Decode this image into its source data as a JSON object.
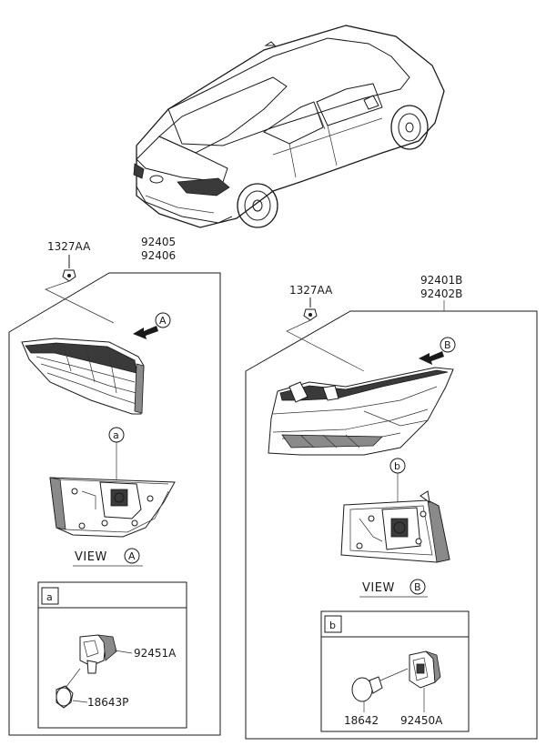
{
  "labels": {
    "nut_left": "1327AA",
    "inner_lamp_code_1": "92405",
    "inner_lamp_code_2": "92406",
    "nut_right": "1327AA",
    "outer_lamp_code_1": "92401B",
    "outer_lamp_code_2": "92402B",
    "socket_a": "92451A",
    "bulb_a": "18643P",
    "bulb_b": "18642",
    "socket_b": "92450A"
  },
  "views": {
    "view_word": "VIEW",
    "view_a": "A",
    "view_b": "B"
  },
  "callouts": {
    "arrow_a": "A",
    "arrow_b": "B",
    "detail_a": "a",
    "detail_b": "b",
    "box_a_tag": "a",
    "box_b_tag": "b"
  }
}
